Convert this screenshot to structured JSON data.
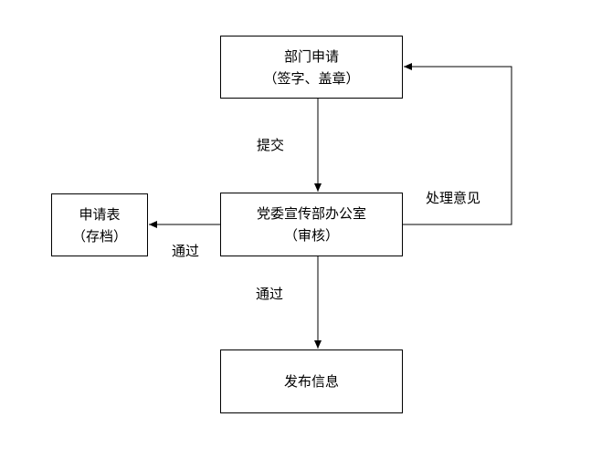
{
  "diagram": {
    "nodes": {
      "dept_apply": {
        "line1": "部门申请",
        "line2": "（签字、盖章）"
      },
      "propaganda_office": {
        "line1": "党委宣传部办公室",
        "line2": "（审核）"
      },
      "application_form": {
        "line1": "申请表",
        "line2": "（存档）"
      },
      "publish_info": {
        "line1": "发布信息"
      }
    },
    "edges": {
      "submit": "提交",
      "feedback": "处理意见",
      "pass_to_form": "通过",
      "pass_to_publish": "通过"
    }
  }
}
